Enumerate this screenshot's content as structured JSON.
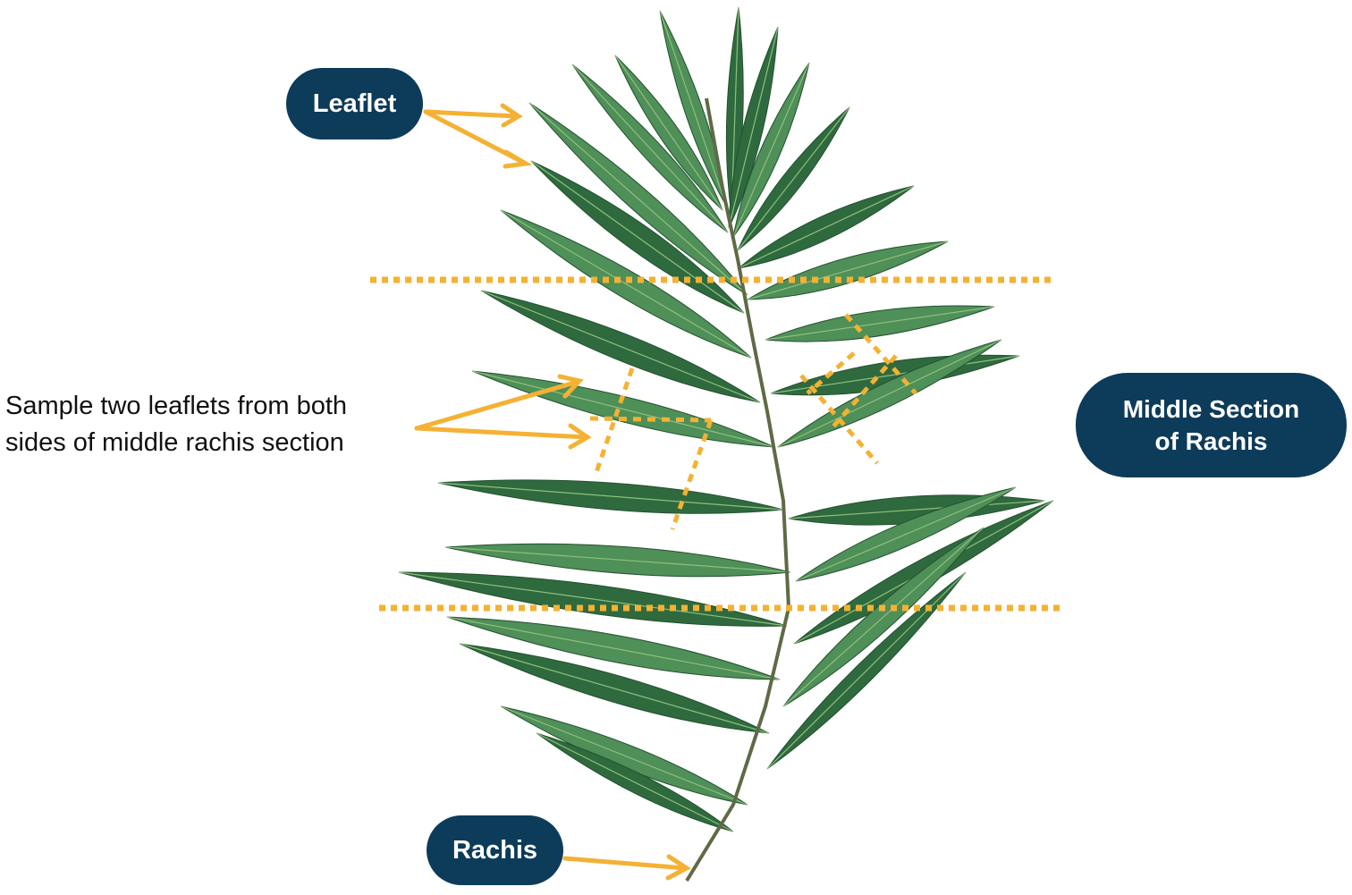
{
  "labels": {
    "leaflet": "Leaflet",
    "rachis": "Rachis",
    "middle_section": "Middle Section\nof Rachis",
    "sample_note": "Sample two leaflets from both\nsides of middle rachis section"
  },
  "colors": {
    "label_fill": "#0d3b5a",
    "label_text": "#ffffff",
    "annotation_orange": "#f4b133",
    "leaf_dark": "#2f6a3e",
    "leaf_mid": "#4f8f58",
    "rachis": "#5f6a46"
  }
}
